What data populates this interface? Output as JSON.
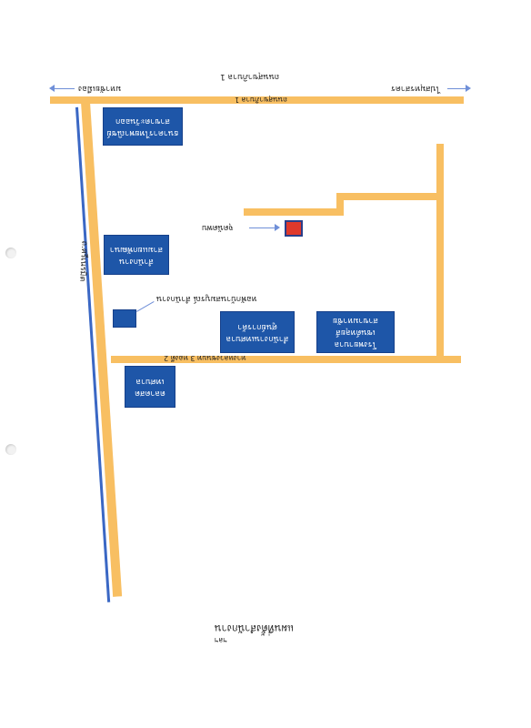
{
  "map": {
    "roads": {
      "top_road": "ถนนสุขาภิบาล 1",
      "top_left_dest": "มหาชัยเมือง",
      "top_right_dest": "ไปสมุทรสาคร",
      "left_road": "ถ.ศรีเนรมิต",
      "lower_road": "ทางหลวงชนบท 3 ทองดี 2"
    },
    "buildings": {
      "top_left": [
        "ธนาคารไทยพาณิชย์",
        "สาขาตะวันออก"
      ],
      "left_middle": [
        "สำนักงาน",
        "สามแยกพัฒนา"
      ],
      "small_box_label": "หอพักบ้านสมบูรณ์ สำนักงาน",
      "center_left": [
        "สำนักงานเทศบาล",
        "ศูนย์การค้า"
      ],
      "center_right": [
        "โรงพยาบาลเซนต์หลุยส์",
        "สาขามหาชัย"
      ],
      "bottom_left": [
        "ตลาดสด",
        "เทศบาล"
      ]
    },
    "marker_label": "จุดนัดพบ",
    "caption": "แผนที่ตั้งสำนักงาน",
    "caption_sub": "ฯลฯ"
  },
  "colors": {
    "road": "#f8bf62",
    "rail": "#3a67c4",
    "building": "#1e56a8",
    "marker": "#e0392b",
    "arrow": "#6f8fd8"
  }
}
